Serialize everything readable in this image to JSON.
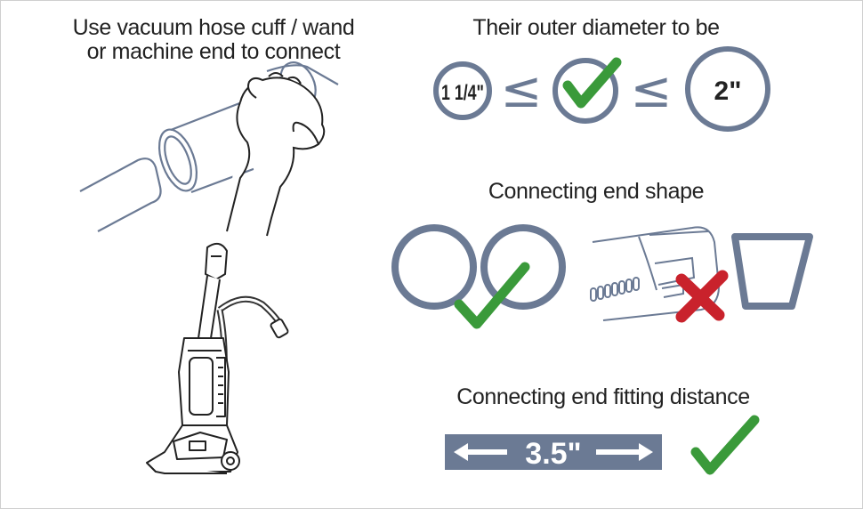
{
  "left": {
    "instruction_line1": "Use vacuum hose cuff / wand",
    "instruction_line2": "or machine end to connect"
  },
  "diameter": {
    "title": "Their outer diameter to be",
    "min_label": "1 1/4\"",
    "max_label": "2\"",
    "comparator": "≤"
  },
  "shape": {
    "title": "Connecting end shape"
  },
  "distance": {
    "title": "Connecting end fitting distance",
    "value_label": "3.5\""
  },
  "colors": {
    "ring": "#6b7a94",
    "check": "#3a9a3a",
    "cross": "#c9222c",
    "bar": "#6b7a94",
    "line_art": "#222222",
    "cuff": "#6b7a94"
  },
  "icons": [
    "hand-hose-illustration",
    "vacuum-cleaner-illustration",
    "check-icon",
    "cross-icon",
    "arrow-left-icon",
    "arrow-right-icon"
  ]
}
